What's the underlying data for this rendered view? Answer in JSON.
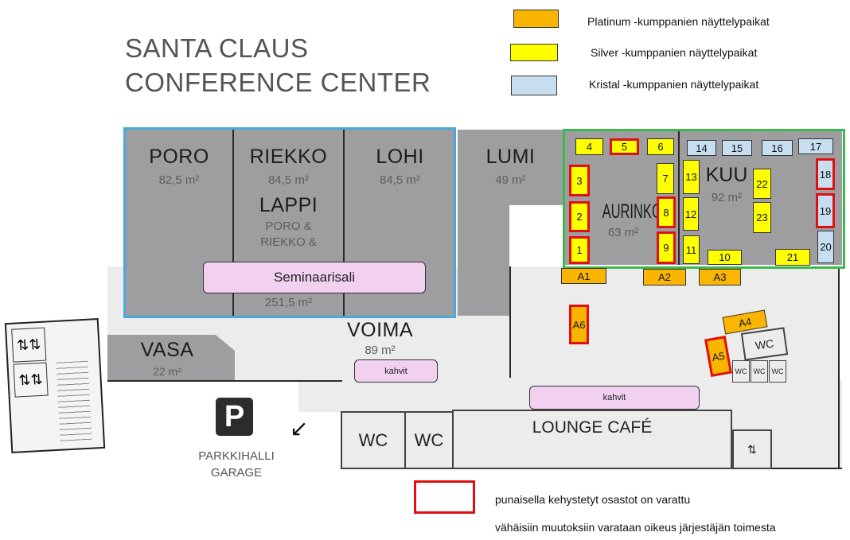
{
  "header": {
    "title_line1": "SANTA CLAUS",
    "title_line2": "CONFERENCE CENTER"
  },
  "legend": {
    "items": [
      {
        "label": "Platinum -kumppanien näyttelypaikat",
        "color": "#f9b500"
      },
      {
        "label": "Silver -kumppanien näyttelypaikat",
        "color": "#ffff00"
      },
      {
        "label": "Kristal -kumppanien näyttelypaikat",
        "color": "#c6def0"
      }
    ],
    "reserved_label": "punaisella kehystetyt osastot on varattu",
    "reserved_color": "#e01010",
    "disclaimer": "vähäisiin muutoksiin varataan oikeus järjestäjän toimesta"
  },
  "frames": {
    "seminar_color": "#4aa8d8",
    "exhibition_color": "#3cb94a"
  },
  "rooms": {
    "poro": {
      "name": "PORO",
      "area": "82,5 m²"
    },
    "riekko": {
      "name": "RIEKKO",
      "area": "84,5 m²"
    },
    "lohi": {
      "name": "LOHI",
      "area": "84,5 m²"
    },
    "lappi": {
      "name": "LAPPI",
      "sub1": "PORO &",
      "sub2": "RIEKKO &",
      "area": "251,5 m²"
    },
    "lumi": {
      "name": "LUMI",
      "area": "49 m²"
    },
    "aurinko": {
      "name": "AURINKO",
      "area": "63 m²"
    },
    "kuu": {
      "name": "KUU",
      "area": "92 m²"
    },
    "vasa": {
      "name": "VASA",
      "area": "22 m²"
    },
    "voima": {
      "name": "VOIMA",
      "area": "89 m²"
    },
    "lounge": {
      "name": "LOUNGE CAFÉ"
    },
    "wc": "WC"
  },
  "areas": {
    "seminar": "Seminaarisali",
    "coffee1": "kahvit",
    "coffee2": "kahvit"
  },
  "parking": {
    "icon": "P",
    "line1": "PARKKIHALLI",
    "line2": "GARAGE"
  },
  "booths": {
    "b1": {
      "label": "1",
      "tier": "silver",
      "reserved": true
    },
    "b2": {
      "label": "2",
      "tier": "silver",
      "reserved": true
    },
    "b3": {
      "label": "3",
      "tier": "silver",
      "reserved": true
    },
    "b4": {
      "label": "4",
      "tier": "silver",
      "reserved": false
    },
    "b5": {
      "label": "5",
      "tier": "silver",
      "reserved": true
    },
    "b6": {
      "label": "6",
      "tier": "silver",
      "reserved": false
    },
    "b7": {
      "label": "7",
      "tier": "silver",
      "reserved": false
    },
    "b8": {
      "label": "8",
      "tier": "silver",
      "reserved": true
    },
    "b9": {
      "label": "9",
      "tier": "silver",
      "reserved": true
    },
    "b10": {
      "label": "10",
      "tier": "silver",
      "reserved": false
    },
    "b11": {
      "label": "11",
      "tier": "silver",
      "reserved": false
    },
    "b12": {
      "label": "12",
      "tier": "silver",
      "reserved": false
    },
    "b13": {
      "label": "13",
      "tier": "silver",
      "reserved": false
    },
    "b14": {
      "label": "14",
      "tier": "kristal",
      "reserved": false
    },
    "b15": {
      "label": "15",
      "tier": "kristal",
      "reserved": false
    },
    "b16": {
      "label": "16",
      "tier": "kristal",
      "reserved": false
    },
    "b17": {
      "label": "17",
      "tier": "kristal",
      "reserved": false
    },
    "b18": {
      "label": "18",
      "tier": "kristal",
      "reserved": true
    },
    "b19": {
      "label": "19",
      "tier": "kristal",
      "reserved": true
    },
    "b20": {
      "label": "20",
      "tier": "kristal",
      "reserved": false
    },
    "b21": {
      "label": "21",
      "tier": "silver",
      "reserved": false
    },
    "b22": {
      "label": "22",
      "tier": "silver",
      "reserved": false
    },
    "b23": {
      "label": "23",
      "tier": "silver",
      "reserved": false
    },
    "a1": {
      "label": "A1",
      "tier": "platinum",
      "reserved": false
    },
    "a2": {
      "label": "A2",
      "tier": "platinum",
      "reserved": false
    },
    "a3": {
      "label": "A3",
      "tier": "platinum",
      "reserved": false
    },
    "a4": {
      "label": "A4",
      "tier": "platinum",
      "reserved": false
    },
    "a5": {
      "label": "A5",
      "tier": "platinum",
      "reserved": true
    },
    "a6": {
      "label": "A6",
      "tier": "platinum",
      "reserved": true
    }
  }
}
